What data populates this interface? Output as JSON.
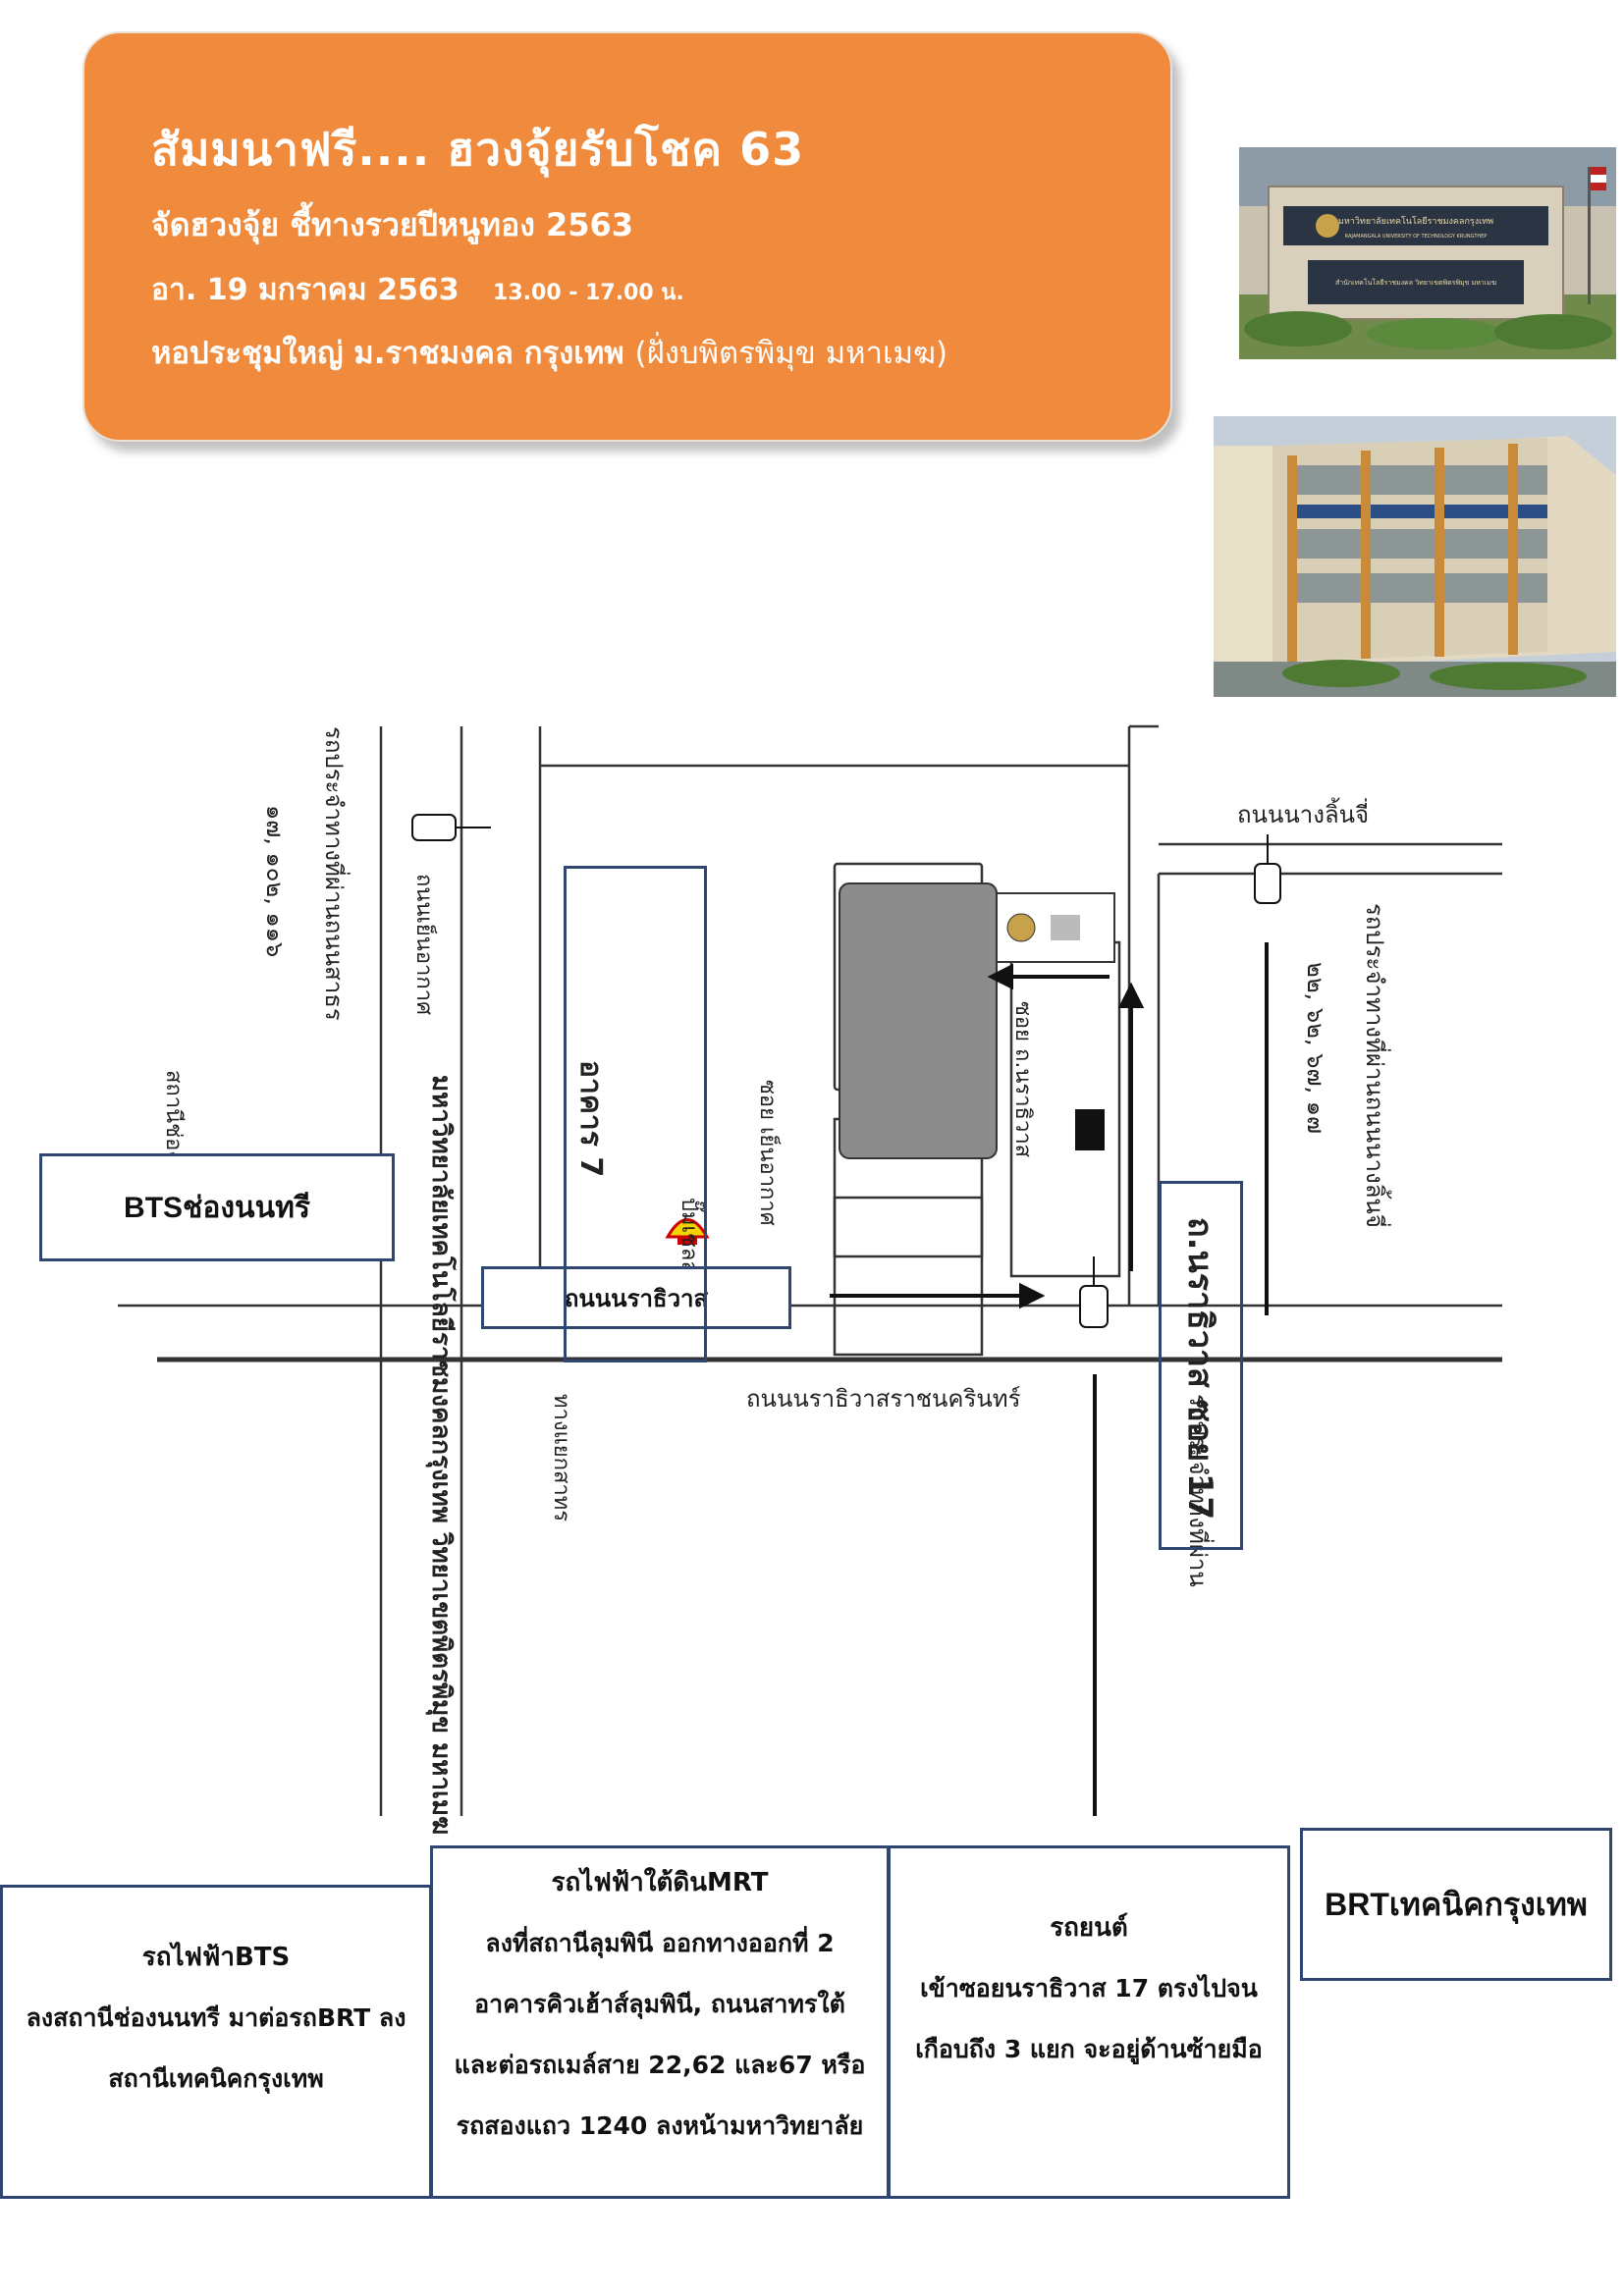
{
  "banner": {
    "title": "สัมมนาฟรี.... ฮวงจุ้ยรับโชค 63",
    "subtitle": "จัดฮวงจุ้ย ชี้ทางรวยปีหนูทอง 2563",
    "date": "อา. 19 มกราคม 2563",
    "time": "13.00 - 17.00 น.",
    "venue": "หอประชุมใหญ่ ม.ราชมงคล กรุงเทพ",
    "venue_note": "(ฝั่งบพิตรพิมุข มหาเมฆ)",
    "color": "#f08a3c"
  },
  "photos": {
    "sign_text": "มหาวิทยาลัยเทคโนโลยีราชมงคลกรุงเทพ",
    "sign_text_en": "RAJAMANGALA UNIVERSITY OF TECHNOLOGY KRUNGTHEP",
    "sign2_text": "สำนักเทคโนโลยีราชมงคล วิทยาเขตพิตรพิมุข มหาเมฆ"
  },
  "map": {
    "road_top": "ถนนนางลิ้นจี่",
    "road_bottom": "ถนนนราธิวาสราชนครินทร์",
    "road_narathiwat": "ถนนนราธิวาส",
    "soi_label": "ถ.นราธิวาส ซอย 17",
    "bts_label": "BTSช่องนนทรี",
    "campus_label": "มหาวิทยาลัยเทคโนโลยีราชมงคลกรุงเทพ วิทยาเขตพิตรพิมุข มหาเมฆ",
    "building_label": "อาคาร 7",
    "bus_left_label": "รถประจำทางที่ผ่านถนนสาธร",
    "bus_left_lines": "๑๗, ๑๐๒, ๑๑๖",
    "bus_right_label": "รถประจำทางที่ผ่านถนนนางลิ้นจี่",
    "bus_right_lines": "๒๒, ๖๒, ๖๗, ๑๗",
    "bus_bottom_label": "รถประจำทางที่ผ่าน",
    "side_label_1": "ถนนเย็นอากาศ",
    "side_label_2": "ทางแยกสาทร",
    "side_label_3": "สถานีช่องนนทรี",
    "shell_label": "ปั๊มเชลล์",
    "soi_near_shell": "ซอย เย็นอากาศ",
    "soi_near_campus": "ซอย ถ.นราธิวาส"
  },
  "brt_box": "BRTเทคนิคกรุงเทพ",
  "info": {
    "bts": {
      "head": "รถไฟฟ้าBTS",
      "lines": [
        "ลงสถานีช่องนนทรี มาต่อรถBRT ลง",
        "สถานีเทคนิคกรุงเทพ"
      ]
    },
    "mrt": {
      "head": "รถไฟฟ้าใต้ดินMRT",
      "lines": [
        "ลงที่สถานีลุมพินี ออกทางออกที่ 2",
        "อาคารคิวเฮ้าส์ลุมพินี, ถนนสาทรใต้",
        "และต่อรถเมล์สาย 22,62 และ67 หรือ",
        "รถสองแถว 1240 ลงหน้ามหาวิทยาลัย"
      ]
    },
    "car": {
      "head": "รถยนต์",
      "lines": [
        "เข้าซอยนราธิวาส 17 ตรงไปจน",
        "เกือบถึง 3 แยก จะอยู่ด้านซ้ายมือ"
      ]
    }
  }
}
